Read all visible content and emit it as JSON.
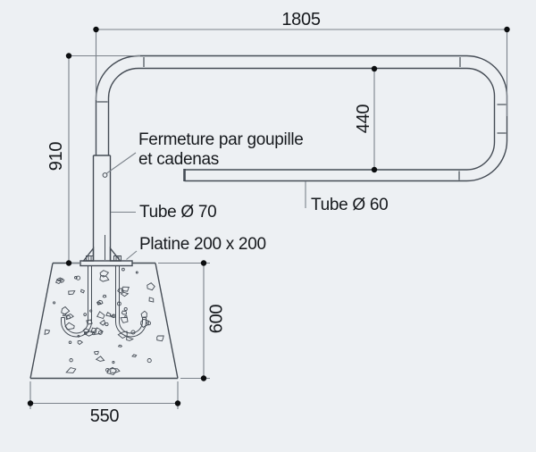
{
  "colors": {
    "background": "#edf0f3",
    "line": "#454c55",
    "dim_line": "#7b828a",
    "text": "#16191d",
    "dot": "#0c0e10"
  },
  "dimensions": {
    "overall_width": "1805",
    "post_height": "910",
    "opening_height": "440",
    "foundation_depth": "600",
    "foundation_width": "550"
  },
  "labels": {
    "closure_line1": "Fermeture par goupille",
    "closure_line2": "et cadenas",
    "post_tube": "Tube Ø 70",
    "plate": "Platine 200 x 200",
    "barrier_tube": "Tube Ø 60"
  }
}
